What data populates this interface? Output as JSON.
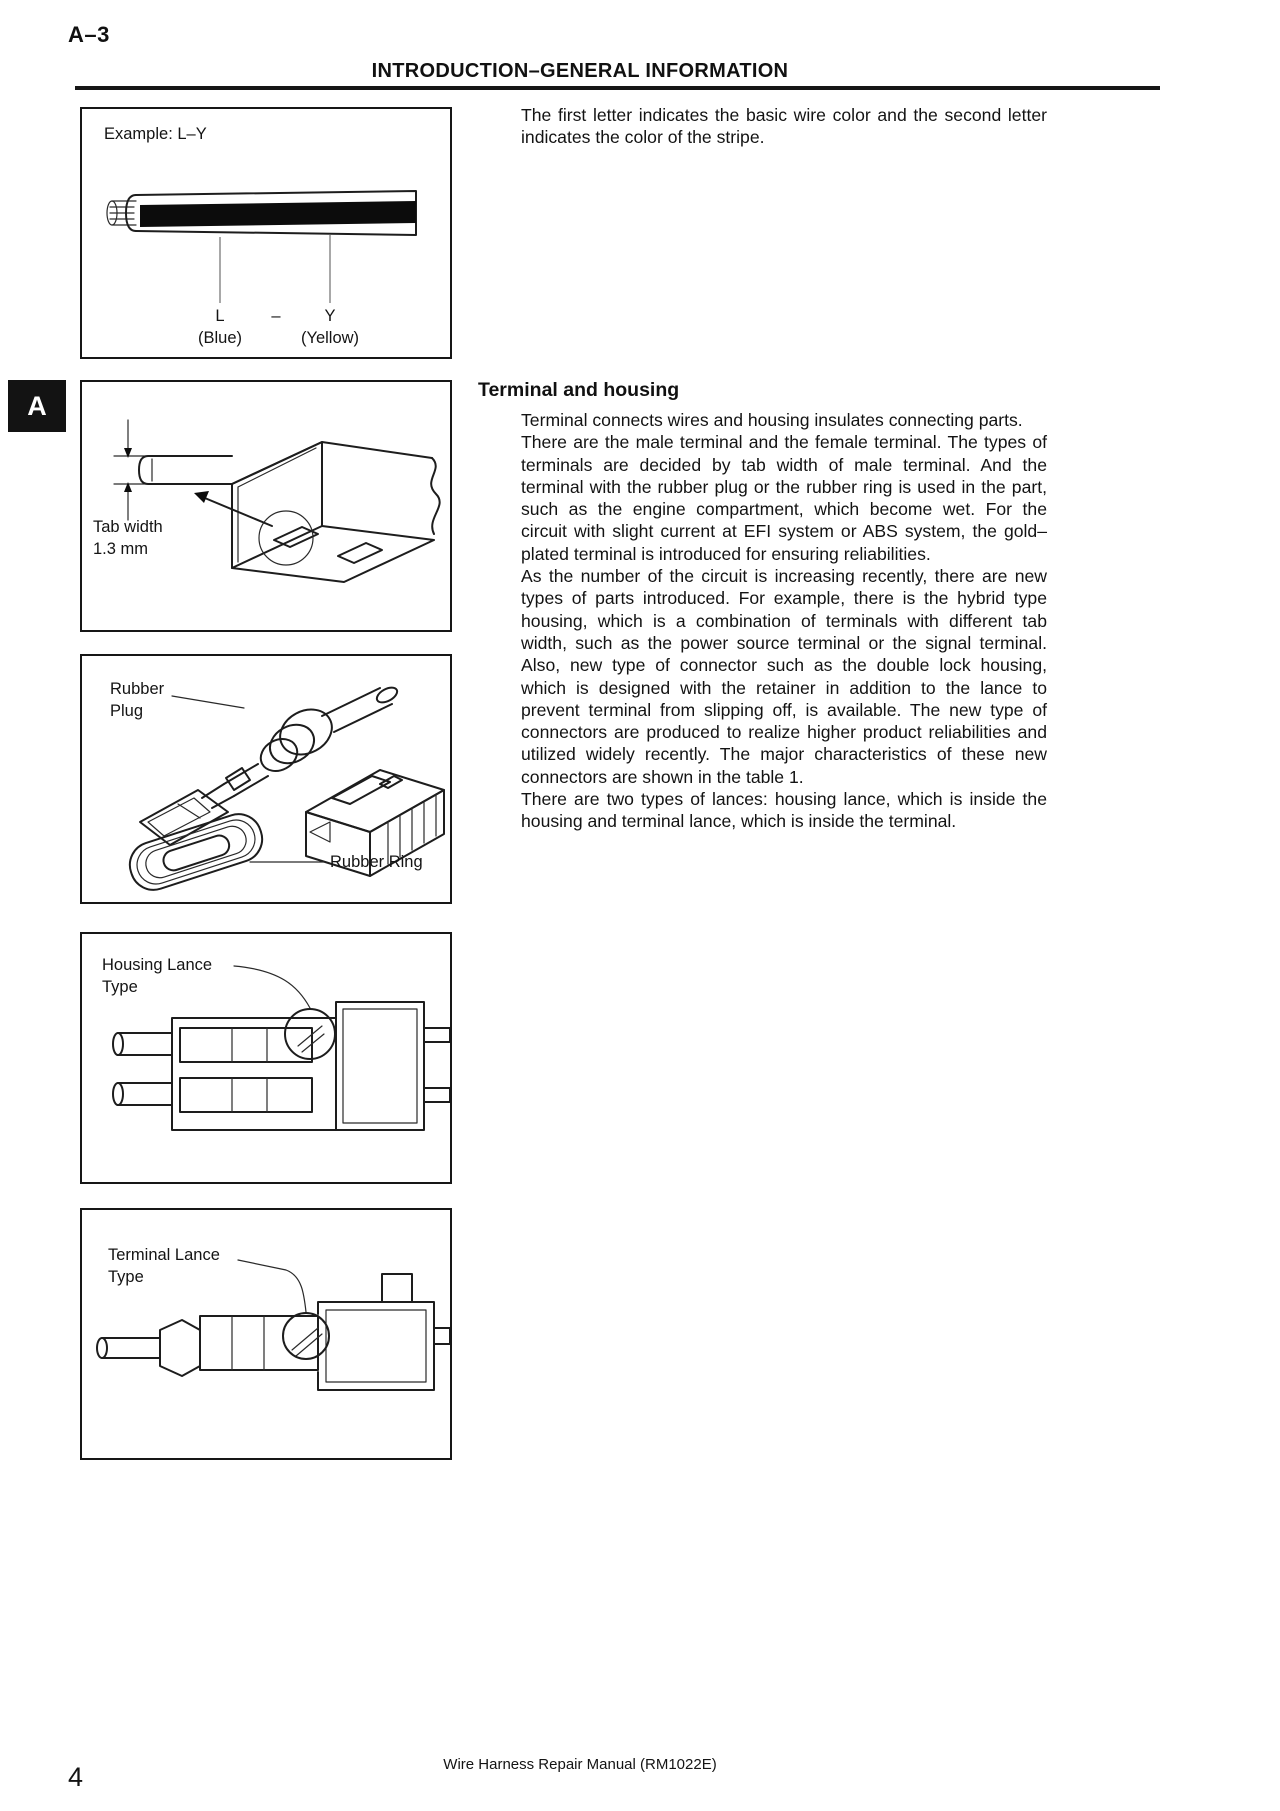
{
  "page": {
    "corner_label": "A–3",
    "header_title": "INTRODUCTION–GENERAL INFORMATION",
    "section_tab": "A",
    "footer": "Wire Harness Repair Manual (RM1022E)",
    "page_number": "4"
  },
  "right_column": {
    "intro_paragraph": "The first letter indicates the basic wire color and the second letter indicates the color of the stripe.",
    "section_heading": "Terminal and housing",
    "paragraphs": [
      "Terminal connects wires and housing insulates connecting parts.",
      "There are the male terminal and the female terminal. The types of terminals are decided by tab width of male terminal. And the terminal with the rubber plug or the rubber ring is used in the part, such as the engine compartment, which become wet. For the circuit with slight current at EFI system or ABS system, the gold–plated terminal is introduced for ensuring reliabilities.",
      "As the number of the circuit is increasing recently, there are new types of parts introduced. For example, there is the hybrid type housing, which is a combination of terminals with different tab width, such as the power source terminal or the signal terminal. Also, new type of connector such as the double lock housing, which is designed with the retainer in addition to the lance to prevent terminal from slipping off, is available. The new type of connectors are produced to realize higher product reliabilities and utilized widely recently. The major characteristics of these new connectors are shown in the table 1.",
      "There are two types of lances: housing lance, which is inside the housing and terminal lance, which is inside the terminal."
    ]
  },
  "figures": {
    "wire_example": {
      "caption": "Example: L–Y",
      "code_letter_1": "L",
      "code_separator": "–",
      "code_letter_2": "Y",
      "color_name_1": "(Blue)",
      "color_name_2": "(Yellow)"
    },
    "tab_width": {
      "label_line_1": "Tab width",
      "label_line_2": "1.3 mm"
    },
    "rubber_parts": {
      "plug_label_line_1": "Rubber",
      "plug_label_line_2": "Plug",
      "ring_label": "Rubber Ring"
    },
    "housing_lance": {
      "label_line_1": "Housing Lance",
      "label_line_2": "Type"
    },
    "terminal_lance": {
      "label_line_1": "Terminal Lance",
      "label_line_2": "Type"
    }
  }
}
